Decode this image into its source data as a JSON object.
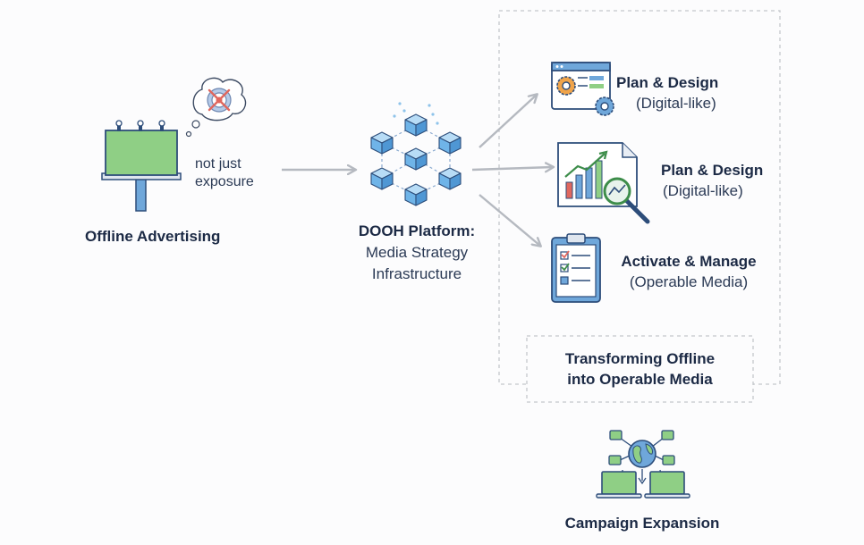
{
  "left": {
    "caption": "Offline Advertising",
    "bubble_text_line1": "not just",
    "bubble_text_line2": "exposure"
  },
  "center": {
    "title": "DOOH Platform:",
    "subtitle_line1": "Media Strategy",
    "subtitle_line2": "Infrastructure"
  },
  "right": {
    "items": [
      {
        "title": "Plan & Design",
        "subtitle": "(Digital-like)",
        "icon": "web-settings-icon"
      },
      {
        "title": "Plan & Design",
        "subtitle": "(Digital-like)",
        "icon": "growth-chart-magnifier-icon"
      },
      {
        "title": "Activate & Manage",
        "subtitle": "(Operable Media)",
        "icon": "clipboard-checklist-icon"
      }
    ],
    "box_caption_line1": "Transforming Offline",
    "box_caption_line2": "into Operable Media"
  },
  "bottom": {
    "caption": "Campaign Expansion",
    "icon": "network-globe-laptops-icon"
  },
  "colors": {
    "accent_blue": "#5fa8df",
    "accent_green": "#8fcf85",
    "navy": "#2d4d7a",
    "arrow_gray": "#b5b9c0",
    "alert_red": "#e0675e"
  }
}
